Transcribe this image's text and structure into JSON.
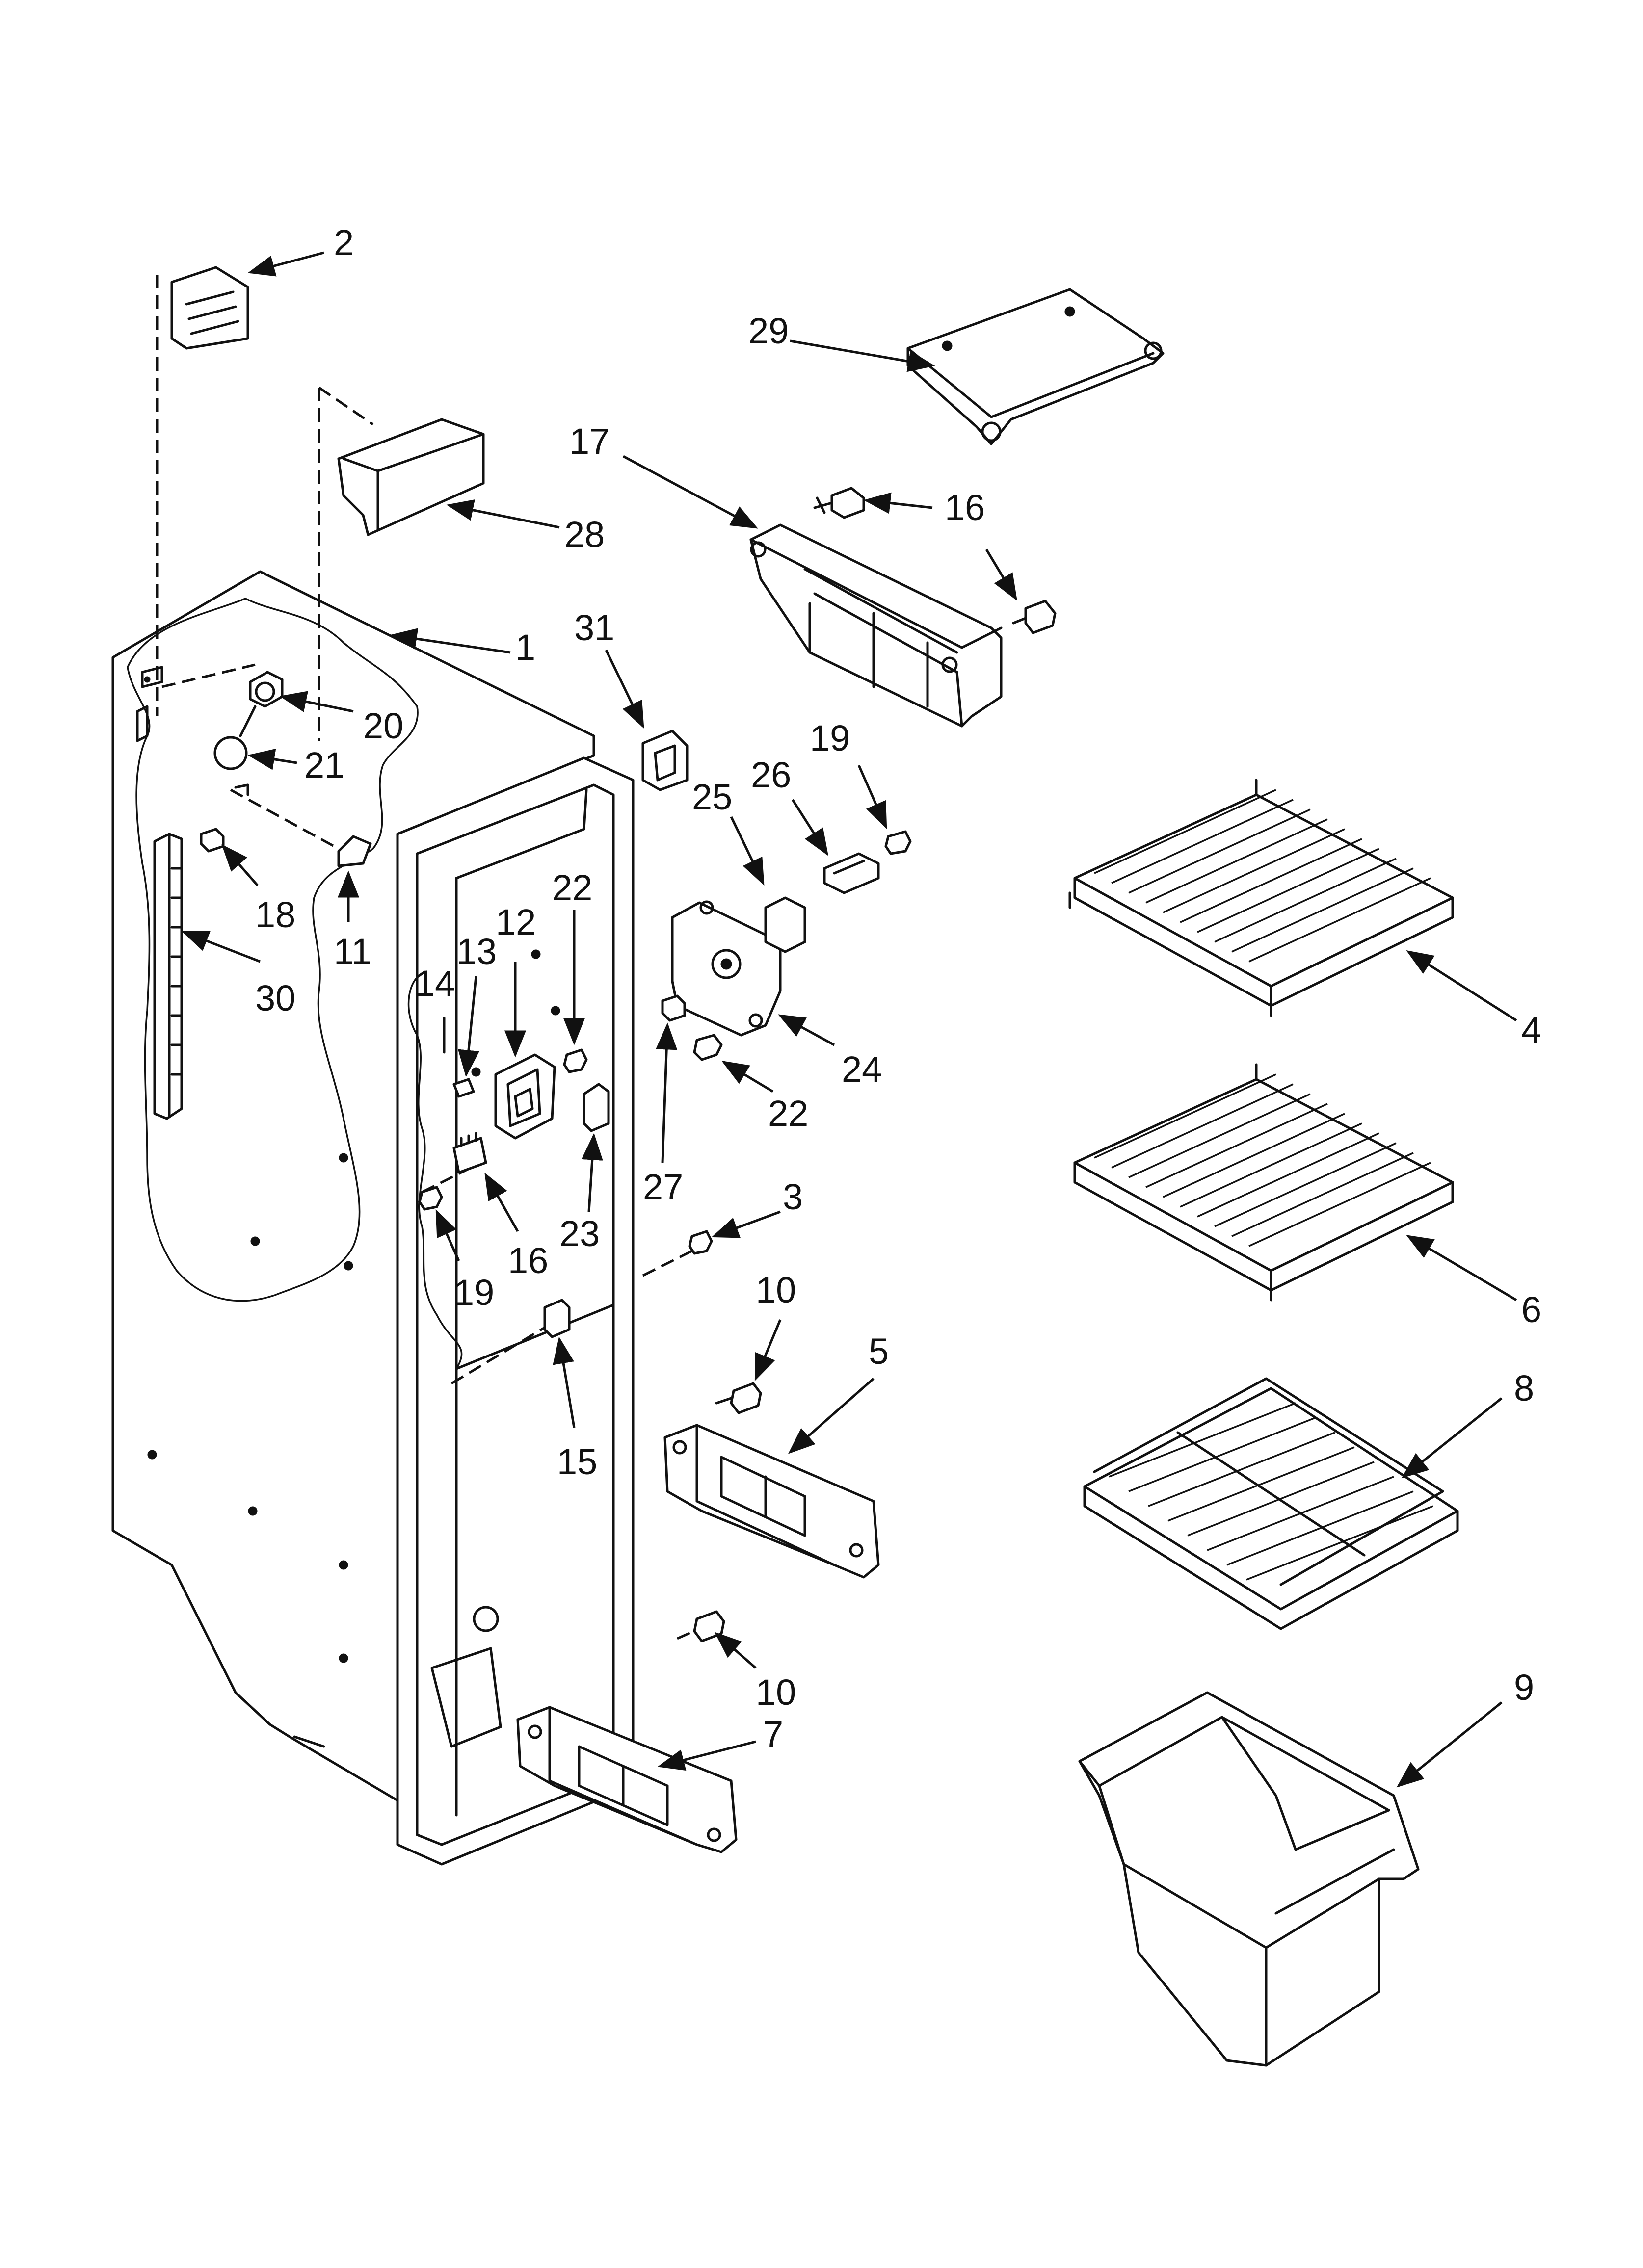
{
  "diagram": {
    "callouts": [
      "1",
      "2",
      "3",
      "4",
      "5",
      "6",
      "7",
      "8",
      "9",
      "10",
      "10",
      "11",
      "12",
      "13",
      "14",
      "15",
      "16",
      "16",
      "17",
      "18",
      "19",
      "19",
      "20",
      "21",
      "22",
      "22",
      "23",
      "24",
      "25",
      "26",
      "27",
      "28",
      "29",
      "30",
      "31"
    ]
  }
}
